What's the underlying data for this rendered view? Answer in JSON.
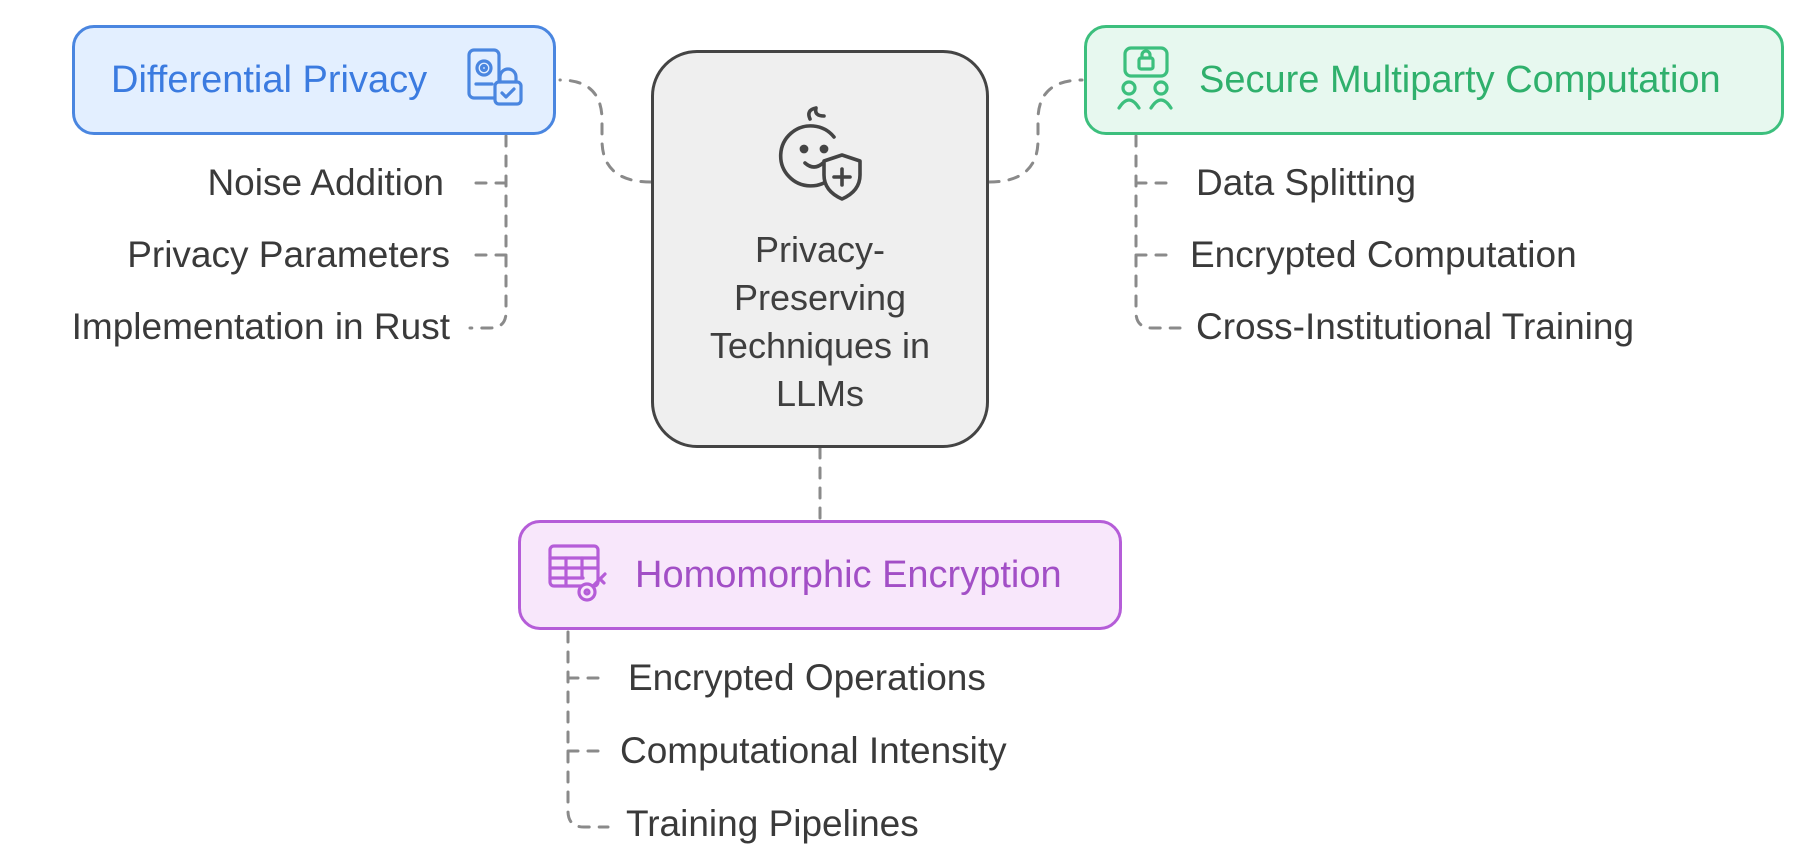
{
  "center": {
    "title": "Privacy-Preserving Techniques in LLMs",
    "icon": "baby-shield-icon"
  },
  "branches": {
    "differential_privacy": {
      "title": "Differential Privacy",
      "icon": "id-card-lock-icon",
      "color": "#4a86e0",
      "fill": "#e3efff",
      "items": [
        "Noise Addition",
        "Privacy Parameters",
        "Implementation in Rust"
      ]
    },
    "secure_multiparty": {
      "title": "Secure Multiparty Computation",
      "icon": "people-lock-icon",
      "color": "#3cbf7d",
      "fill": "#e7f8ef",
      "items": [
        "Data Splitting",
        "Encrypted Computation",
        "Cross-Institutional Training"
      ]
    },
    "homomorphic": {
      "title": "Homomorphic Encryption",
      "icon": "table-key-icon",
      "color": "#b55dd8",
      "fill": "#f8e7fb",
      "items": [
        "Encrypted Operations",
        "Computational Intensity",
        "Training Pipelines"
      ]
    }
  },
  "connector_color": "#8a8a8a"
}
